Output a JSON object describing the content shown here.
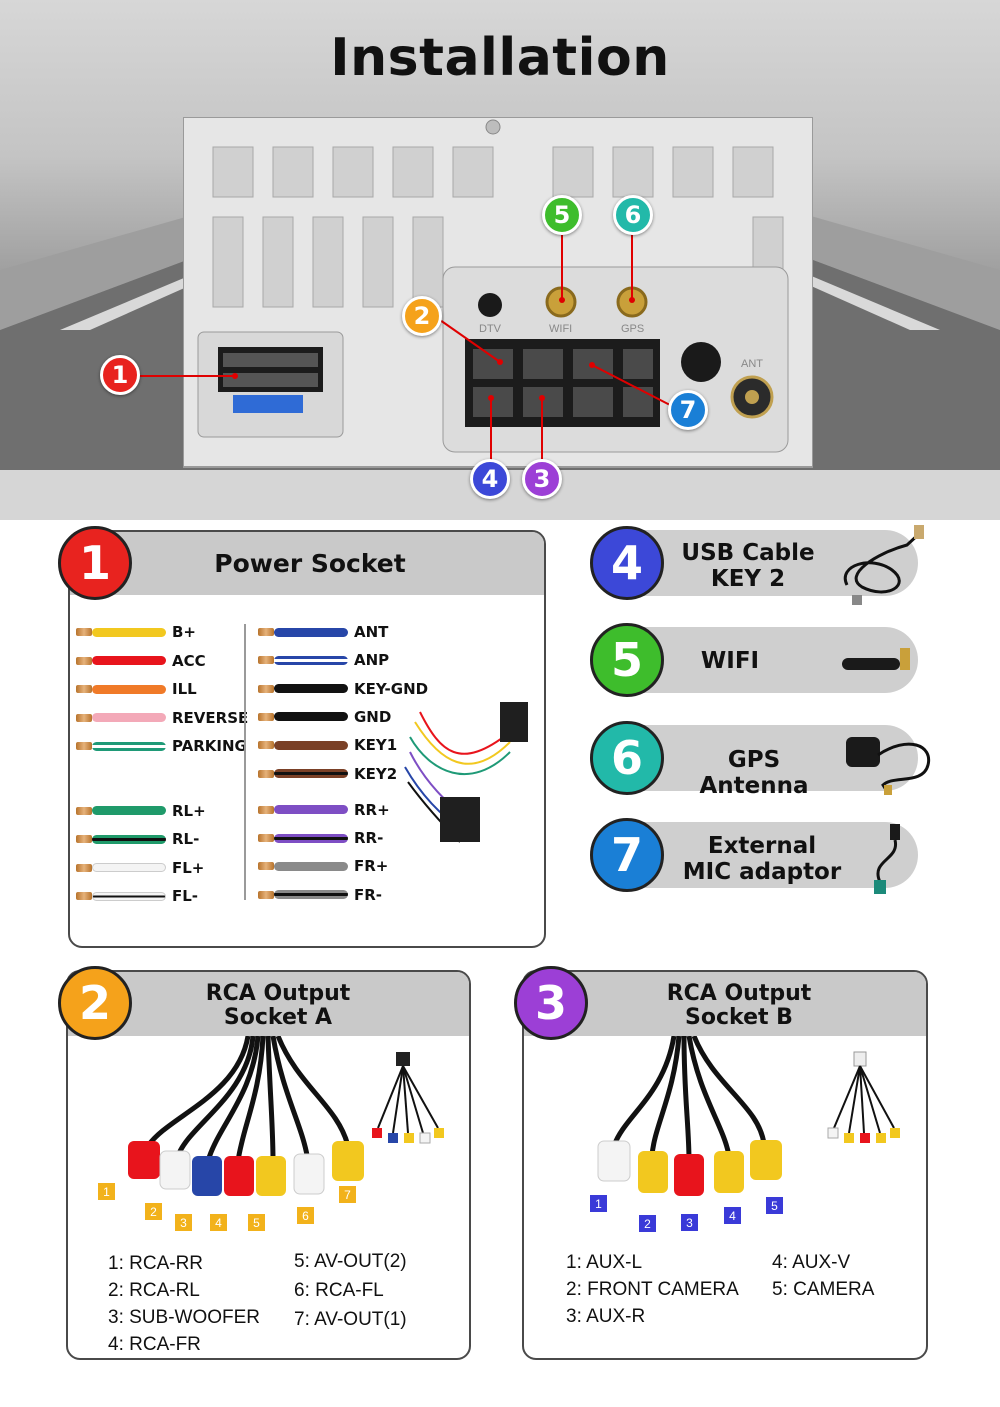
{
  "title": "Installation",
  "callouts": [
    "1",
    "2",
    "3",
    "4",
    "5",
    "6",
    "7"
  ],
  "unit_labels": {
    "dtv": "DTV",
    "wifi": "WIFI",
    "gps": "GPS",
    "ant": "ANT"
  },
  "colors": {
    "c1": "#e8231f",
    "c2": "#f5a21b",
    "c3": "#9c3fd6",
    "c4": "#3c48d8",
    "c5": "#3ebd2c",
    "c6": "#22b9a9",
    "c7": "#1a7fd6"
  },
  "power_socket": {
    "number": "1",
    "title": "Power Socket",
    "left_wires": [
      {
        "label": "B+",
        "color": "#f2c81f"
      },
      {
        "label": "ACC",
        "color": "#e8141c"
      },
      {
        "label": "ILL",
        "color": "#f07a28"
      },
      {
        "label": "REVERSE",
        "color": "#f3a9b8"
      },
      {
        "label": "PARKING",
        "color": "#1f9a77",
        "stripe": "#ffffff"
      },
      {
        "label": "RL+",
        "color": "#1f9a6a"
      },
      {
        "label": "RL-",
        "color": "#1f9a6a",
        "stripe": "#111111"
      },
      {
        "label": "FL+",
        "color": "#f4f4f4"
      },
      {
        "label": "FL-",
        "color": "#f4f4f4",
        "stripe": "#111111"
      }
    ],
    "right_wires": [
      {
        "label": "ANT",
        "color": "#2746a8"
      },
      {
        "label": "ANP",
        "color": "#2746a8",
        "stripe": "#ffffff"
      },
      {
        "label": "KEY-GND",
        "color": "#111111"
      },
      {
        "label": "GND",
        "color": "#111111"
      },
      {
        "label": "KEY1",
        "color": "#7a4026"
      },
      {
        "label": "KEY2",
        "color": "#7a4026",
        "stripe": "#111111"
      },
      {
        "label": "RR+",
        "color": "#7e4ec4"
      },
      {
        "label": "RR-",
        "color": "#7e4ec4",
        "stripe": "#111111"
      },
      {
        "label": "FR+",
        "color": "#8a8a8a"
      },
      {
        "label": "FR-",
        "color": "#8a8a8a",
        "stripe": "#111111"
      }
    ]
  },
  "accessories": [
    {
      "number": "4",
      "line1": "USB Cable",
      "line2": "KEY 2"
    },
    {
      "number": "5",
      "line1": "WIFI",
      "line2": ""
    },
    {
      "number": "6",
      "line1": "GPS Antenna",
      "line2": ""
    },
    {
      "number": "7",
      "line1": "External",
      "line2": "MIC adaptor"
    }
  ],
  "rca_a": {
    "number": "2",
    "title_line1": "RCA Output",
    "title_line2": "Socket A",
    "tags": [
      "1",
      "2",
      "3",
      "4",
      "5",
      "6",
      "7"
    ],
    "items_left": [
      "1: RCA-RR",
      "2: RCA-RL",
      "3: SUB-WOOFER",
      "4: RCA-FR"
    ],
    "items_right": [
      "5: AV-OUT(2)",
      "6: RCA-FL",
      "7: AV-OUT(1)"
    ]
  },
  "rca_b": {
    "number": "3",
    "title_line1": "RCA Output",
    "title_line2": "Socket B",
    "tags": [
      "1",
      "2",
      "3",
      "4",
      "5"
    ],
    "items_left": [
      "1: AUX-L",
      "2: FRONT CAMERA",
      "3: AUX-R"
    ],
    "items_right": [
      "4: AUX-V",
      "5: CAMERA"
    ]
  }
}
